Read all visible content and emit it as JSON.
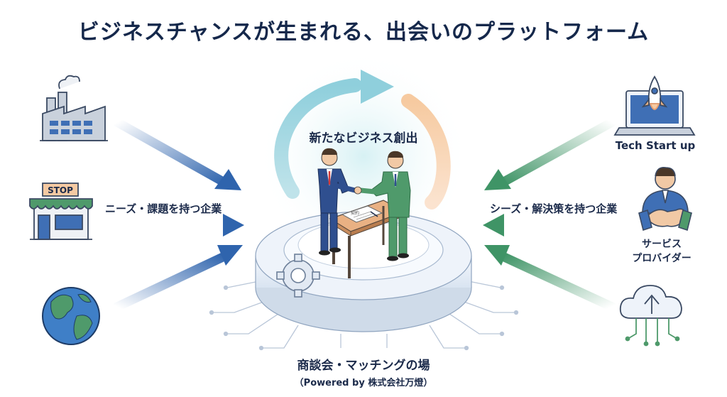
{
  "header": {
    "title": "ビジネスチャンスが生まれる、出会いのプラットフォーム"
  },
  "center": {
    "cycle_label": "新たなビジネス創出",
    "platform_title": "商談会・マッチングの場",
    "platform_subtitle": "（Powered by 株式会社万燈）",
    "document_text": "契約"
  },
  "left": {
    "group_label": "ニーズ・課題を持つ企業",
    "store_sign": "STOP",
    "icons": [
      "factory-icon",
      "store-icon",
      "globe-icon"
    ],
    "arrow_color": "#3f6fb5"
  },
  "right": {
    "group_label": "シーズ・解決策を持つ企業",
    "tech_label": "Tech Start up",
    "provider_line1": "サービス",
    "provider_line2": "プロバイダー",
    "icons": [
      "laptop-rocket-icon",
      "handshake-person-icon",
      "cloud-upload-icon"
    ],
    "arrow_color": "#4e9e6e"
  }
}
